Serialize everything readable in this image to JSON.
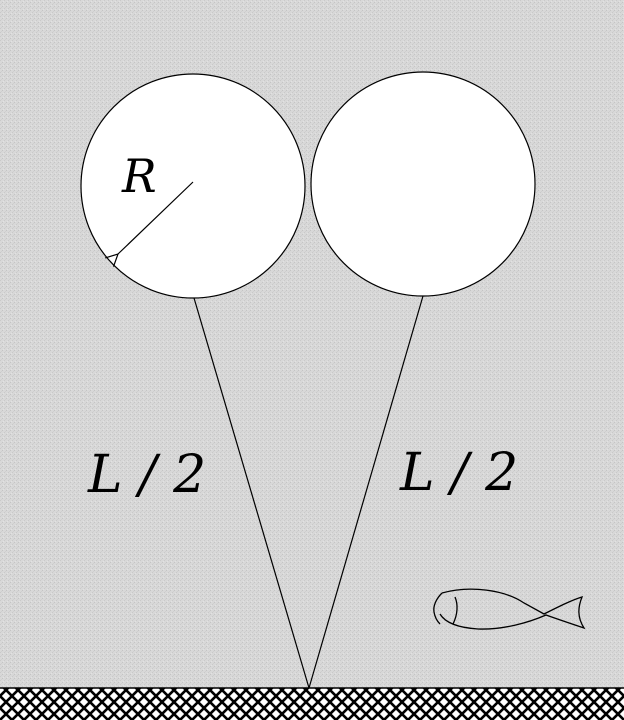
{
  "labels": {
    "radius": "R",
    "left_string": "L / 2",
    "right_string": "L / 2"
  },
  "colors": {
    "water": "#d9d9d9",
    "balloon_fill": "#ffffff",
    "stroke": "#000000"
  },
  "icons": {
    "fish": "fish-icon",
    "seabed": "crosshatch-seabed"
  }
}
